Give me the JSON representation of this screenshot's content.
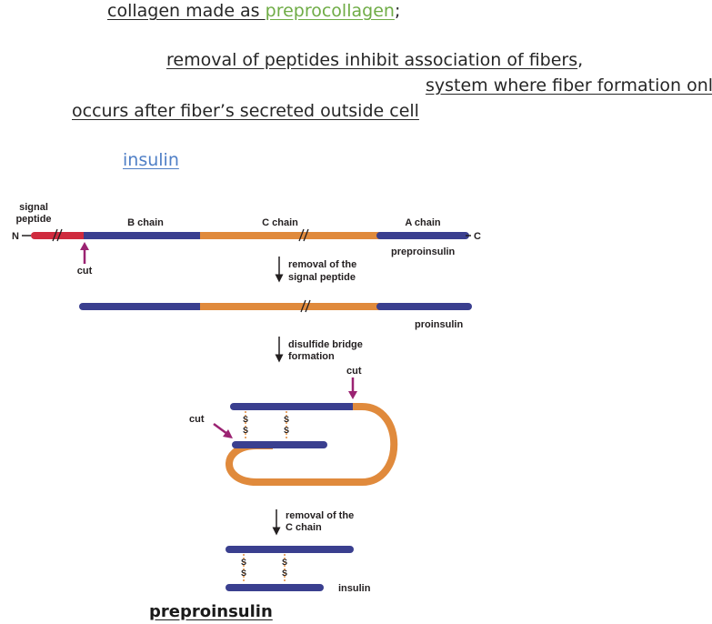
{
  "notes": {
    "line1_prefix": "collagen made as ",
    "line1_term": "preprocollagen",
    "line1_suffix": ";",
    "line2_text": "removal of peptides inhibit association of fibers",
    "line2_suffix": ",",
    "line3_text": "system where fiber formation only",
    "line4_text": "occurs after fiber’s secreted outside cell",
    "link_text": "insulin",
    "caption": "preproinsulin"
  },
  "figure": {
    "signal_peptide_label_1": "signal",
    "signal_peptide_label_2": "peptide",
    "n_terminus": "N",
    "c_terminus": "C",
    "b_chain_label": "B chain",
    "c_chain_label": "C chain",
    "a_chain_label": "A chain",
    "cut_label": "cut",
    "preproinsulin_label": "preproinsulin",
    "step1_line1": "removal of the",
    "step1_line2": "signal peptide",
    "proinsulin_label": "proinsulin",
    "step2_line1": "disulfide bridge",
    "step2_line2": "formation",
    "step3_line1": "removal of the",
    "step3_line2": "C chain",
    "insulin_label": "insulin",
    "disulfide_symbol": "S",
    "colors": {
      "signal": "#cf2b3e",
      "b_a_chain": "#3a3f8f",
      "c_chain": "#e08a3c",
      "arrow_cut": "#9b2372",
      "text": "#231f20"
    }
  }
}
